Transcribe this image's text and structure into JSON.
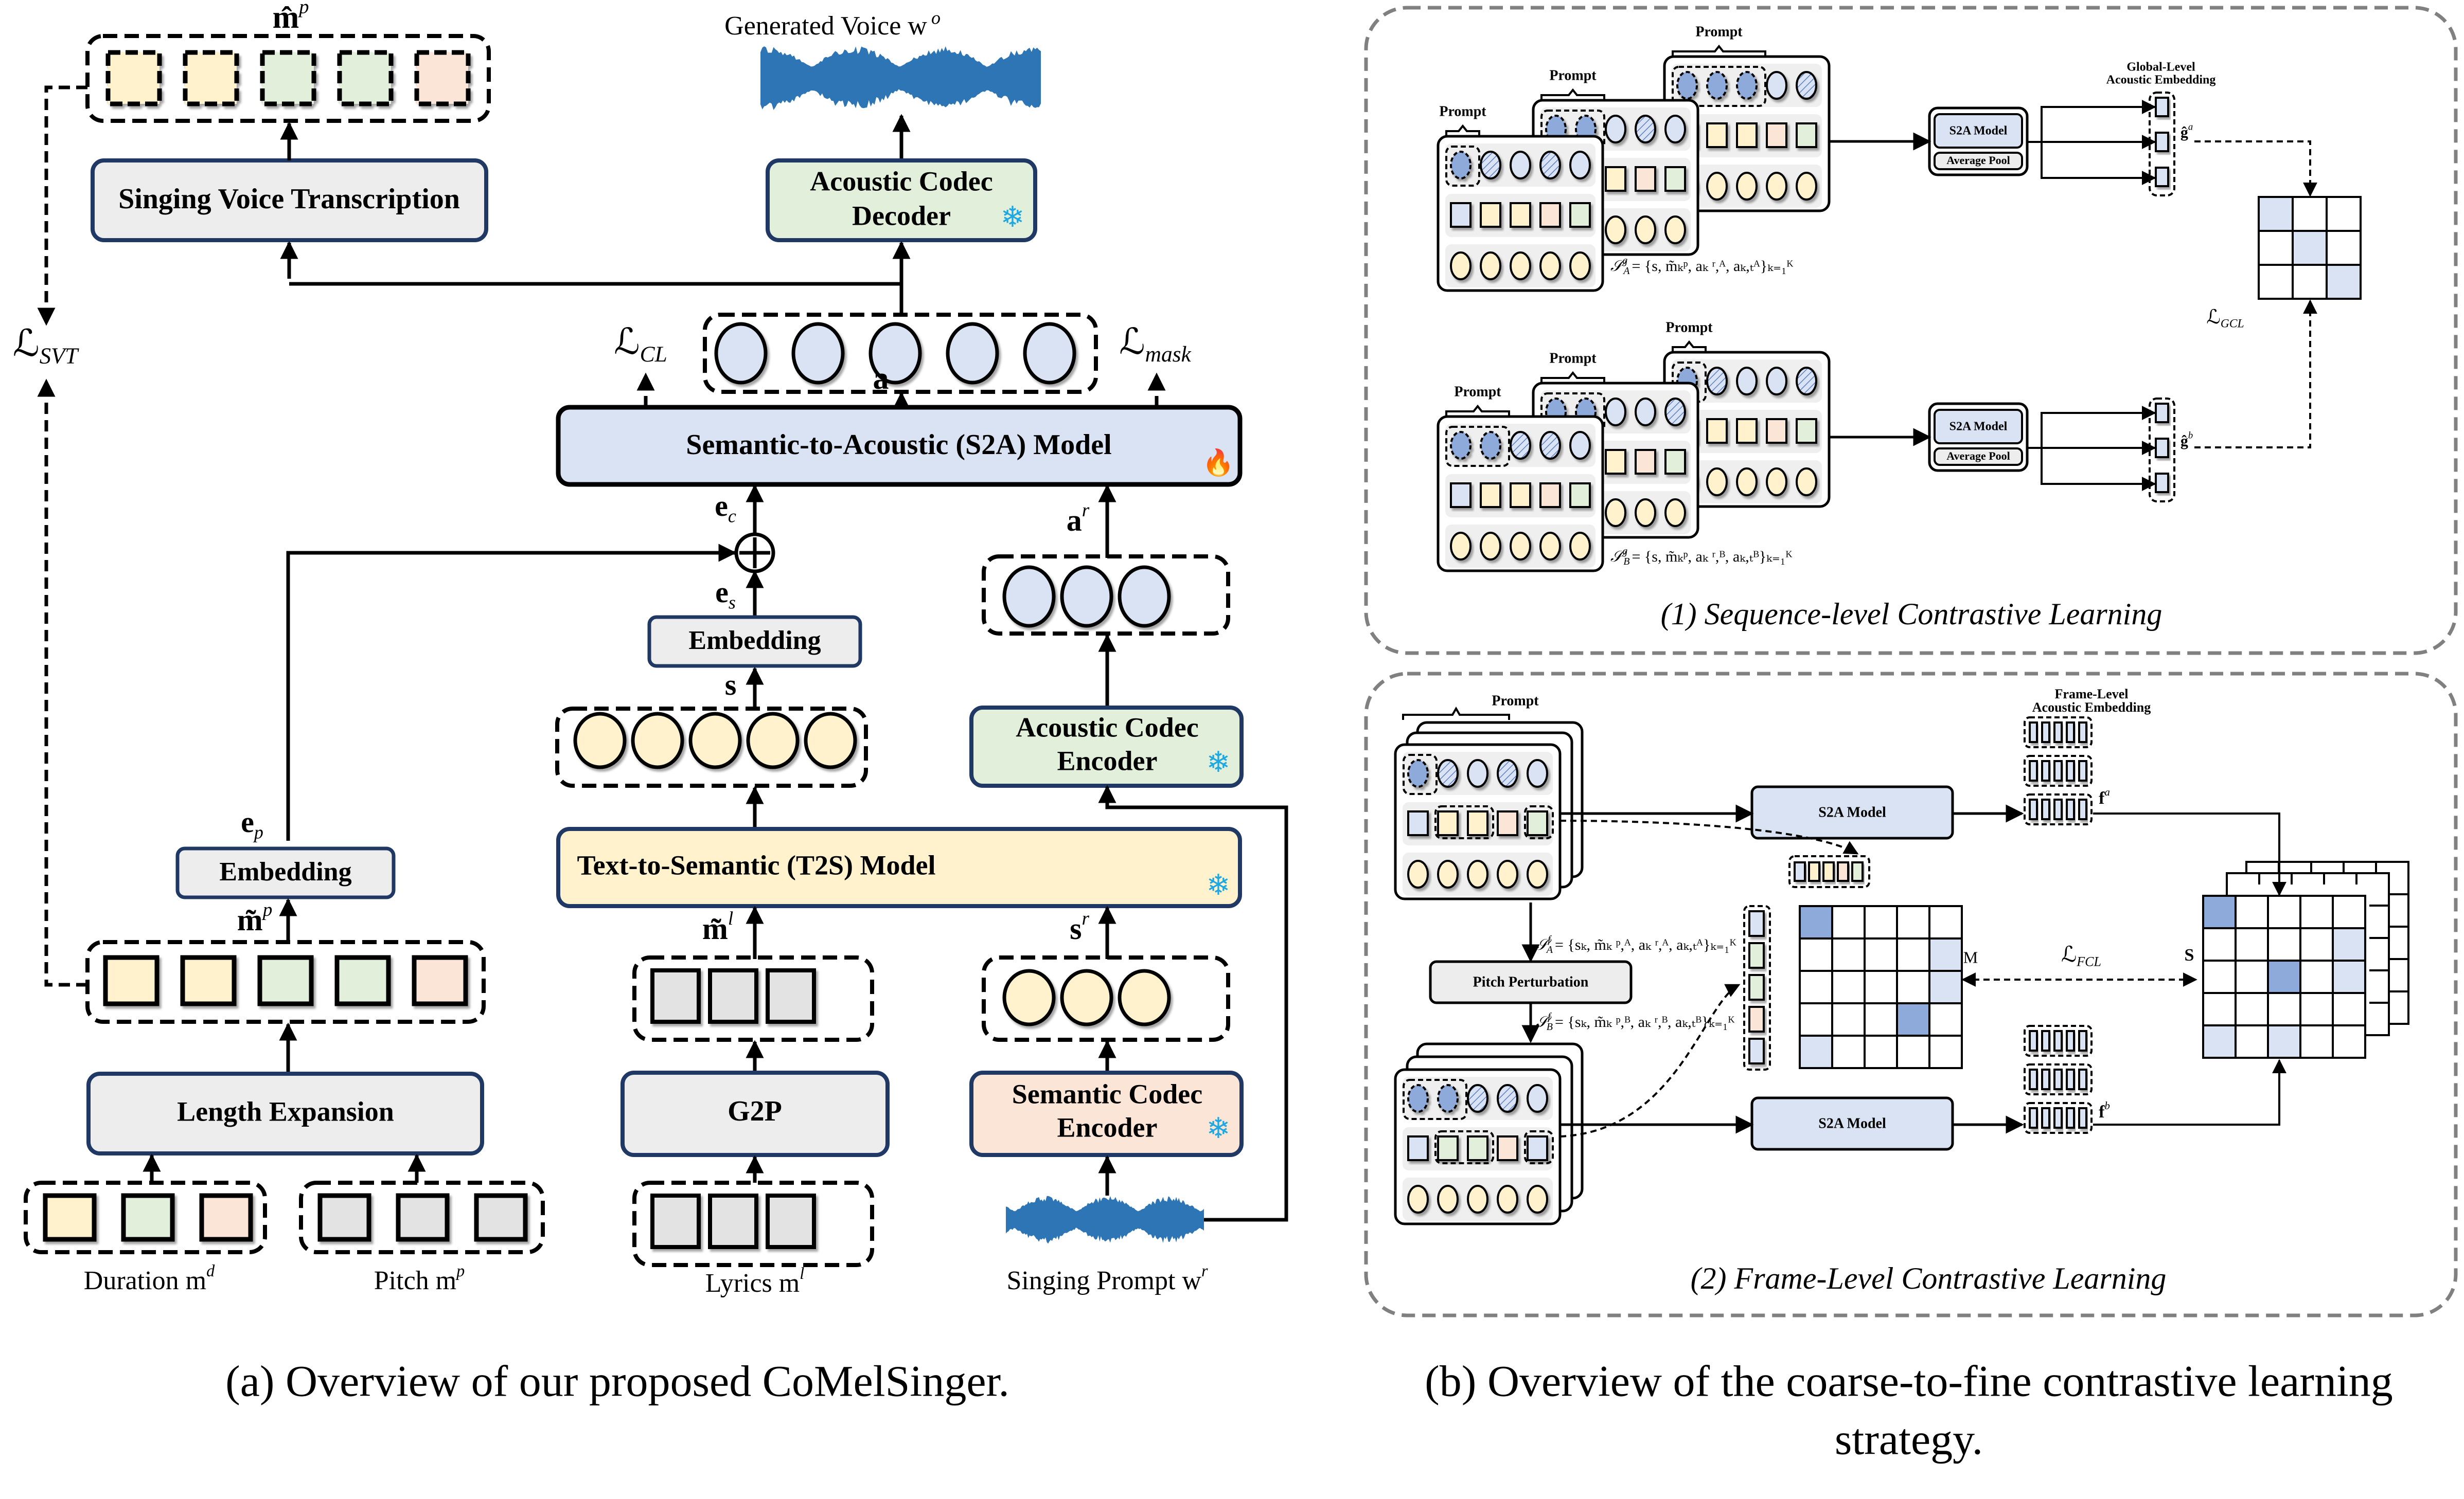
{
  "colors": {
    "blue_light": "#dae3f3",
    "blue_mid": "#8eaadb",
    "yellow": "#fff2cc",
    "green": "#e2efda",
    "salmon": "#fbe5d6",
    "gray_box": "#ededed",
    "gray_token": "#e3e3e3",
    "row_bg": "#efefef",
    "waveform": "#2e75b6",
    "frame_dash": "#808080",
    "box_border": "#1f3864"
  },
  "panel_a": {
    "caption": "(a) Overview of our proposed CoMelSinger.",
    "generated_voice_label": "Generated Voice  w",
    "generated_voice_sup": "o",
    "svt_output_label": "m̂",
    "svt_output_sup": "p",
    "svt_box": "Singing Voice Transcription",
    "loss_svt": "ℒ",
    "loss_svt_sub": "SVT",
    "decoder_box_line1": "Acoustic Codec",
    "decoder_box_line2": "Decoder",
    "loss_cl": "ℒ",
    "loss_cl_sub": "CL",
    "loss_mask": "ℒ",
    "loss_mask_sub": "mask",
    "acoustic_tokens_label": "a",
    "s2a_box": "Semantic-to-Acoustic (S2A) Model",
    "ec_label": "e",
    "ec_sub": "c",
    "es_label": "e",
    "es_sub": "s",
    "ar_label": "a",
    "ar_sup": "r",
    "embedding_semantic_box": "Embedding",
    "s_label": "s",
    "encoder_box_line1": "Acoustic Codec",
    "encoder_box_line2": "Encoder",
    "ep_label": "e",
    "ep_sub": "p",
    "embedding_pitch_box": "Embedding",
    "mtilde_p_label": "m̃",
    "mtilde_p_sup": "p",
    "t2s_box": "Text-to-Semantic (T2S) Model",
    "mtilde_l_label": "m̃",
    "mtilde_l_sup": "l",
    "sr_label": "s",
    "sr_sup": "r",
    "length_expansion_box": "Length Expansion",
    "g2p_box": "G2P",
    "semantic_encoder_line1": "Semantic Codec",
    "semantic_encoder_line2": "Encoder",
    "duration_label": "Duration  m",
    "duration_sup": "d",
    "pitch_label": "Pitch  m",
    "pitch_sup": "p",
    "lyrics_label": "Lyrics  m",
    "lyrics_sup": "l",
    "prompt_label": "Singing Prompt  w",
    "prompt_sup": "r",
    "svt_tokens": [
      "yellow",
      "yellow",
      "green",
      "green",
      "salmon"
    ],
    "expanded_pitch_tokens": [
      "yellow",
      "yellow",
      "green",
      "green",
      "salmon"
    ],
    "duration_tokens": [
      "yellow",
      "green",
      "salmon"
    ],
    "pitch_tokens": [
      "gray",
      "gray",
      "gray"
    ],
    "lyrics_tokens": [
      "gray",
      "gray",
      "gray"
    ],
    "phoneme_tokens": [
      "gray",
      "gray",
      "gray"
    ],
    "acoustic_token_count": 5,
    "semantic_token_count": 5,
    "prompt_acoustic_count": 3,
    "prompt_semantic_count": 3,
    "frozen_icon": "❄",
    "trainable_icon": "🔥"
  },
  "panel_b": {
    "caption_line1": "(b) Overview of the coarse-to-fine contrastive learning",
    "caption_line2": "strategy.",
    "seq": {
      "title": "(1) Sequence-level Contrastive Learning",
      "prompt_label": "Prompt",
      "embedding_title_line1": "Global-Level",
      "embedding_title_line2": "Acoustic Embedding",
      "s2a_label": "S2A Model",
      "pool_label": "Average Pool",
      "set_a": "𝒮",
      "set_a_sup": "g",
      "set_a_sub": "A",
      "set_a_body": " = {s, m̃",
      "set_a_rest": "ₖᵖ, aₖ^{r,A}, a_{k,t}^A}",
      "set_a_full": "= {s, m̃ₖᵖ, aₖ ʳ,ᴬ, aₖ,ₜᴬ}ₖ₌₁ᴷ",
      "set_b_full": "= {s, m̃ₖᵖ, aₖ ʳ,ᴮ, aₖ,ₜᴮ}ₖ₌₁ᴷ",
      "ga_label": "ĝ",
      "ga_sup": "a",
      "gb_label": "ĝ",
      "gb_sup": "b",
      "loss": "ℒ",
      "loss_sub": "GCL",
      "matrix_size": 3,
      "matrix_highlight": [
        [
          0,
          0
        ],
        [
          1,
          1
        ],
        [
          2,
          2
        ]
      ]
    },
    "frame": {
      "title": "(2) Frame-Level Contrastive Learning",
      "prompt_label": "Prompt",
      "embedding_title_line1": "Frame-Level",
      "embedding_title_line2": "Acoustic Embedding",
      "s2a_label": "S2A Model",
      "perturb_label": "Pitch Perturbation",
      "set_a_full": "= {sₖ, m̃ₖ ᵖ,ᴬ, aₖ ʳ,ᴬ, aₖ,ₜᴬ}ₖ₌₁ᴷ",
      "set_b_full": "= {sₖ, m̃ₖ ᵖ,ᴮ, aₖ ʳ,ᴮ, aₖ,ₜᴮ}ₖ₌₁ᴷ",
      "set_sup": "f",
      "fa_label": "f",
      "fa_sup": "a",
      "fb_label": "f",
      "fb_sup": "b",
      "m_label": "M",
      "s_label": "S",
      "loss": "ℒ",
      "loss_sub": "FCL",
      "top_tokens": [
        "blue",
        "yellow",
        "yellow",
        "salmon",
        "green"
      ],
      "side_tokens": [
        "blue",
        "green",
        "green",
        "salmon",
        "blue"
      ],
      "mask_dark": [
        [
          0,
          0
        ],
        [
          3,
          3
        ]
      ],
      "mask_light": [
        [
          1,
          4
        ],
        [
          2,
          4
        ],
        [
          4,
          0
        ]
      ],
      "sim_dark": [
        [
          0,
          0
        ],
        [
          2,
          2
        ]
      ],
      "sim_light": [
        [
          1,
          4
        ],
        [
          2,
          4
        ],
        [
          4,
          0
        ],
        [
          4,
          2
        ]
      ],
      "grid_size": 5
    }
  }
}
